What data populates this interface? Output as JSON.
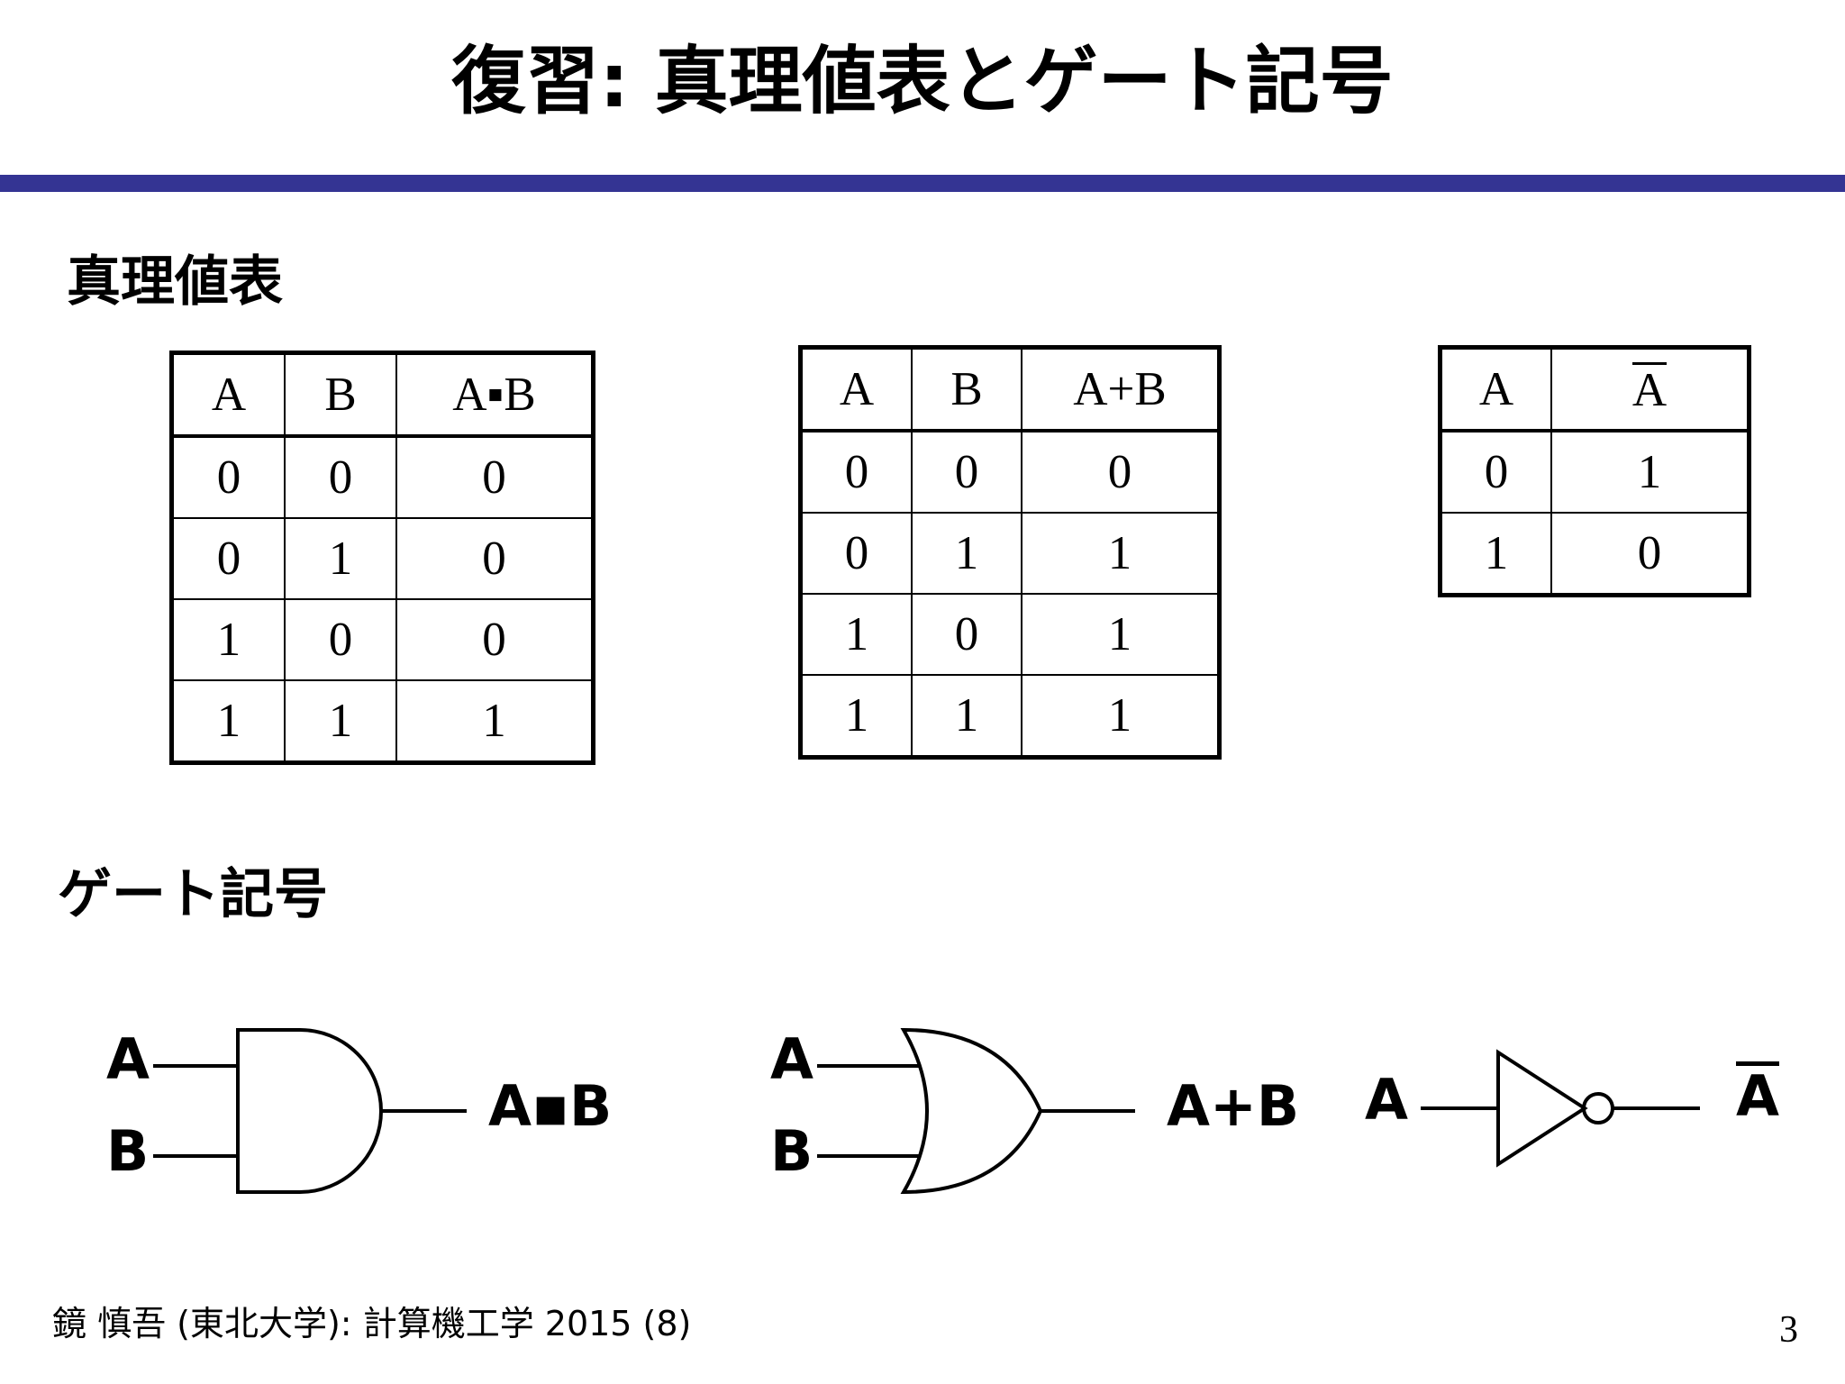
{
  "slide": {
    "title": "復習: 真理値表とゲート記号",
    "accent_color": "#343493",
    "background_color": "#ffffff",
    "text_color": "#000000",
    "page_number": "3",
    "footer": "鏡 慎吾 (東北大学): 計算機工学 2015 (8)"
  },
  "sections": {
    "truth_tables_heading": "真理値表",
    "gate_symbols_heading": "ゲート記号"
  },
  "truth_tables": [
    {
      "name": "and",
      "headers": [
        "A",
        "B",
        "A▪B"
      ],
      "rows": [
        [
          "0",
          "0",
          "0"
        ],
        [
          "0",
          "1",
          "0"
        ],
        [
          "1",
          "0",
          "0"
        ],
        [
          "1",
          "1",
          "1"
        ]
      ]
    },
    {
      "name": "or",
      "headers": [
        "A",
        "B",
        "A+B"
      ],
      "rows": [
        [
          "0",
          "0",
          "0"
        ],
        [
          "0",
          "1",
          "1"
        ],
        [
          "1",
          "0",
          "1"
        ],
        [
          "1",
          "1",
          "1"
        ]
      ]
    },
    {
      "name": "not",
      "headers": [
        "A",
        "A"
      ],
      "header_overline_index": 1,
      "rows": [
        [
          "0",
          "1"
        ],
        [
          "1",
          "0"
        ]
      ]
    }
  ],
  "gates": [
    {
      "name": "and-gate",
      "inputs": [
        "A",
        "B"
      ],
      "output": "A▪B",
      "output_overline": false
    },
    {
      "name": "or-gate",
      "inputs": [
        "A",
        "B"
      ],
      "output": "A+B",
      "output_overline": false
    },
    {
      "name": "not-gate",
      "inputs": [
        "A"
      ],
      "output": "A",
      "output_overline": true
    }
  ]
}
